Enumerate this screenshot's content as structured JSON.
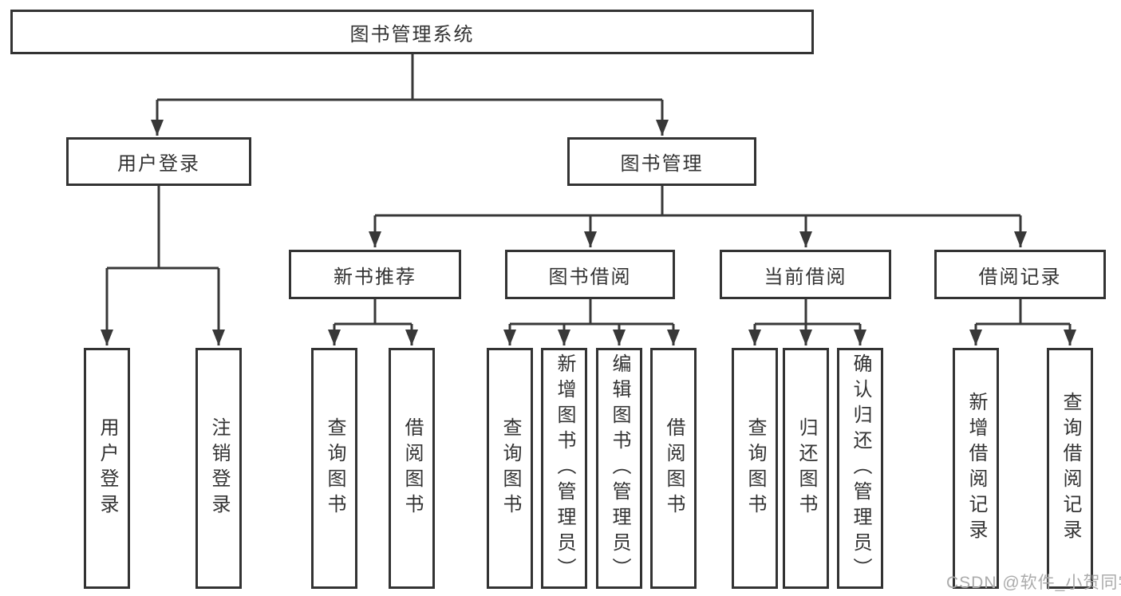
{
  "diagram": {
    "root": "图书管理系统",
    "groups": {
      "user_login": "用户登录",
      "book_mgmt": "图书管理"
    },
    "modules": {
      "new_book_rec": "新书推荐",
      "book_borrow": "图书借阅",
      "current_borrow": "当前借阅",
      "borrow_records": "借阅记录"
    },
    "leaves": {
      "ul_login": "用户登录",
      "ul_logout": "注销登录",
      "nbr_query": "查询图书",
      "nbr_borrow": "借阅图书",
      "bb_query": "查询图书",
      "bb_add": "新增图书（管理员）",
      "bb_edit": "编辑图书（管理员）",
      "bb_borrow": "借阅图书",
      "cb_query": "查询图书",
      "cb_return": "归还图书",
      "cb_confirm": "确认归还（管理员）",
      "br_add": "新增借阅记录",
      "br_query": "查询借阅记录"
    }
  },
  "watermark": "CSDN @软件_小贺同学",
  "colors": {
    "line": "#383838",
    "text": "#333333",
    "watermark": "#ababab",
    "background": "#ffffff"
  }
}
